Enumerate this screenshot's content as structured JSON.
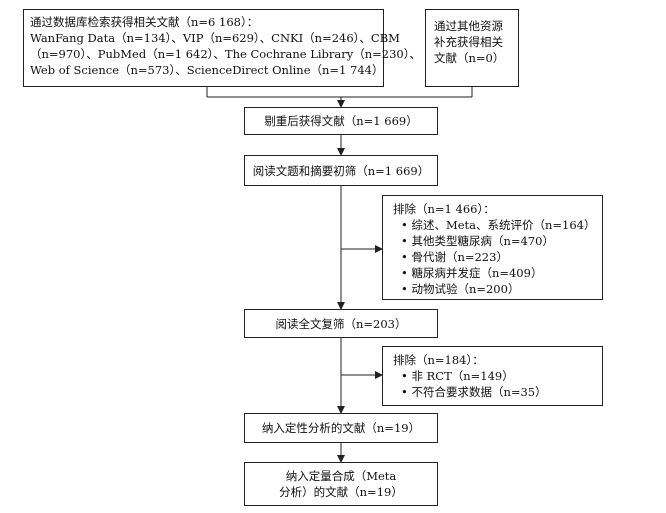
{
  "search_box": {
    "lines": [
      "通过数据库检索获得相关文献（n=6 168）：",
      "WanFang Data（n=134）、VIP（n=629）、CNKI（n=246）、CBM",
      "（n=970）、PubMed（n=1 642）、The Cochrane Library（n=230）、",
      "Web of Science（n=573）、ScienceDirect Online（n=1 744）"
    ]
  },
  "other_sources_box": {
    "lines": [
      "通过其他资源",
      "补充获得相关",
      "文献（n=0）"
    ]
  },
  "dedup_box": {
    "text": "剔重后获得文献（n=1 669）"
  },
  "screen_box": {
    "text": "阅读文题和摘要初筛（n=1 669）"
  },
  "exclude1": {
    "title": "排除（n=1 466）：",
    "items": [
      "综述、Meta、系统评价（n=164）",
      "其他类型糖尿病（n=470）",
      "骨代谢（n=223）",
      "糖尿病并发症（n=409）",
      "动物试验（n=200）"
    ]
  },
  "fulltext_box": {
    "text": "阅读全文复筛（n=203）"
  },
  "exclude2": {
    "title": "排除（n=184）：",
    "items": [
      "非 RCT（n=149）",
      "不符合要求数据（n=35）"
    ]
  },
  "qualitative_box": {
    "text": "纳入定性分析的文献（n=19）"
  },
  "quantitative_box": {
    "lines": [
      "纳入定量合成（Meta",
      "分析）的文献（n=19）"
    ]
  }
}
